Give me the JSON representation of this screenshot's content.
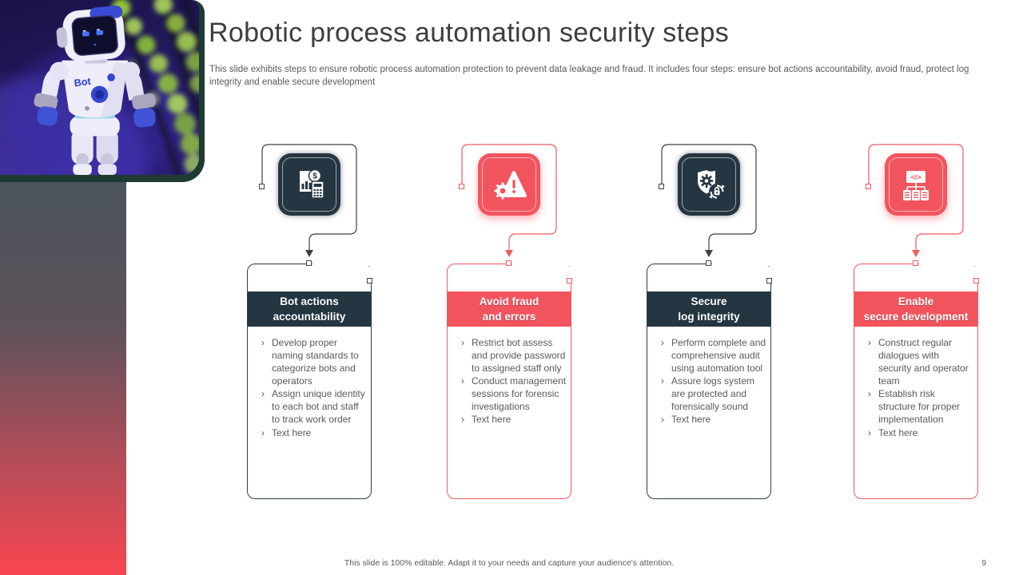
{
  "slide": {
    "title": "Robotic process automation security steps",
    "subtitle": "This slide exhibits steps to ensure robotic process automation protection to prevent data leakage and fraud. It includes four steps: ensure bot actions accountability, avoid fraud, protect log integrity and enable secure development",
    "footer": "This slide is 100% editable. Adapt it to your needs and capture your audience's attention.",
    "page_number": "9"
  },
  "photo": {
    "description": "White toy robot with blue accents against dark purple background with green bokeh lights",
    "chest_label": "Bot"
  },
  "colors": {
    "dark_accent": "#243642",
    "red_accent": "#F2545E",
    "sidebar_top": "#4A545B",
    "sidebar_bottom": "#F84651",
    "photo_border": "#1E3A33",
    "body_text": "#595959"
  },
  "steps": [
    {
      "icon": "financial-report-icon",
      "theme": "dark",
      "title_lines": [
        "Bot actions",
        "accountability"
      ],
      "bullets": [
        "Develop proper naming standards to categorize bots and operators",
        "Assign unique identity to each bot and staff to track work order",
        "Text here"
      ]
    },
    {
      "icon": "fraud-warning-icon",
      "theme": "red",
      "title_lines": [
        "Avoid fraud",
        "and errors"
      ],
      "bullets": [
        "Restrict bot assess and provide password to assigned staff only",
        "Conduct management sessions for forensic investigations",
        "Text here"
      ]
    },
    {
      "icon": "secure-log-icon",
      "theme": "dark",
      "title_lines": [
        "Secure",
        "log integrity"
      ],
      "bullets": [
        "Perform complete and comprehensive audit using automation tool",
        "Assure logs system are protected and forensically sound",
        "Text here"
      ]
    },
    {
      "icon": "secure-development-icon",
      "theme": "red",
      "title_lines": [
        "Enable",
        "secure development"
      ],
      "bullets": [
        "Construct regular dialogues with security and operator team",
        "Establish risk structure for proper implementation",
        "Text here"
      ]
    }
  ]
}
